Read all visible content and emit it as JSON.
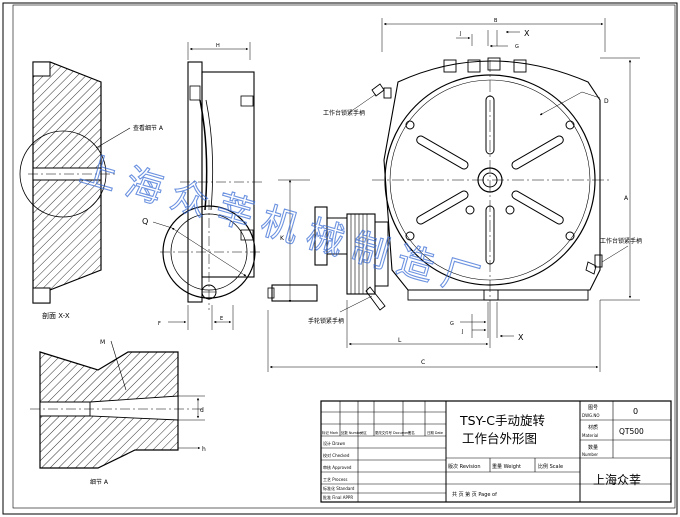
{
  "title_block": {
    "drawing_title_line1": "TSY-C手动旋转",
    "drawing_title_line2": "工作台外形图",
    "company": "上海众莘",
    "drawing_no_label": "图号",
    "drawing_no_label_en": "DWG.NO",
    "drawing_no_value": "0",
    "material_label": "材质",
    "material_label_en": "Material",
    "material_value": "QT500",
    "quantity_label": "数量",
    "quantity_label_en": "Number",
    "revision_label": "版次 Revision",
    "weight_label": "重量 Weight",
    "scale_label": "比例 Scale",
    "sheets_label": "共 页 第 页 Page of",
    "design_label": "设计 Drawn",
    "check_label": "校对 Checked",
    "approve_label": "审核 Approved",
    "process_label": "工艺 Process",
    "standard_label": "标准化 Standard",
    "final_label": "批准 Final APPR",
    "change_headers": [
      "标记 Mark",
      "处数 Number",
      "分区",
      "更改文件号 Document",
      "签名",
      "日期 Date"
    ]
  },
  "labels": {
    "section_xx": "剖面 X-X",
    "detail_a": "细节 A",
    "see_detail_a": "查看细节 A",
    "table_lock_handle": "工作台锁紧手柄",
    "handwheel_lock_handle": "手轮锁紧手柄",
    "x_marker": "X",
    "dims": {
      "H": "H",
      "J": "J",
      "G": "G",
      "D": "D",
      "A": "A",
      "B": "B",
      "C": "C",
      "L": "L",
      "K": "K",
      "Q": "Q",
      "F": "F",
      "E": "E",
      "M": "M",
      "d": "d",
      "h": "h"
    }
  },
  "watermark": {
    "text": "上海众莘机械制造厂",
    "color": "#3d6fd6"
  }
}
